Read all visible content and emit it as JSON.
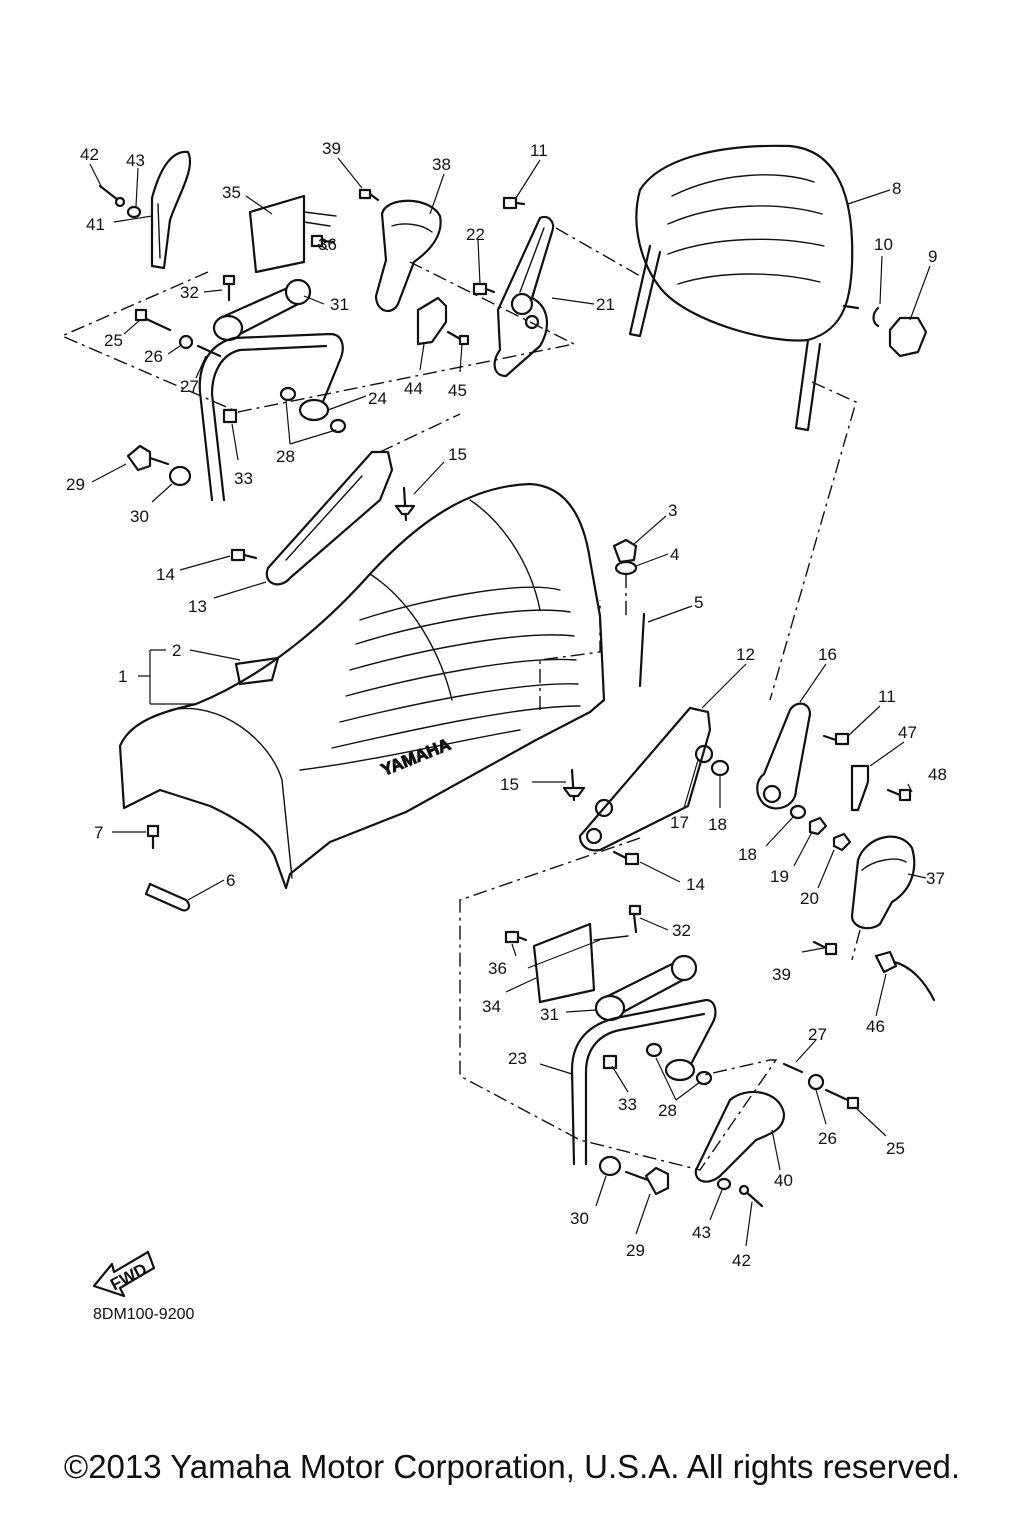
{
  "diagram": {
    "seat_brand": "YAMAHA",
    "fwd_label": "FWD",
    "drawing_code": "8DM100-9200",
    "copyright": "©2013 Yamaha Motor Corporation, U.S.A. All rights reserved.",
    "callouts": [
      {
        "id": "c42a",
        "text": "42"
      },
      {
        "id": "c43a",
        "text": "43"
      },
      {
        "id": "c41",
        "text": "41"
      },
      {
        "id": "c35",
        "text": "35"
      },
      {
        "id": "c39a",
        "text": "39"
      },
      {
        "id": "c38",
        "text": "38"
      },
      {
        "id": "c36a",
        "text": "36"
      },
      {
        "id": "c11a",
        "text": "11"
      },
      {
        "id": "c22",
        "text": "22"
      },
      {
        "id": "c8",
        "text": "8"
      },
      {
        "id": "c10",
        "text": "10"
      },
      {
        "id": "c9",
        "text": "9"
      },
      {
        "id": "c32a",
        "text": "32"
      },
      {
        "id": "c31a",
        "text": "31"
      },
      {
        "id": "c21",
        "text": "21"
      },
      {
        "id": "c25a",
        "text": "25"
      },
      {
        "id": "c26a",
        "text": "26"
      },
      {
        "id": "c27a",
        "text": "27"
      },
      {
        "id": "c24",
        "text": "24"
      },
      {
        "id": "c44",
        "text": "44"
      },
      {
        "id": "c45",
        "text": "45"
      },
      {
        "id": "c33a",
        "text": "33"
      },
      {
        "id": "c28a",
        "text": "28"
      },
      {
        "id": "c29a",
        "text": "29"
      },
      {
        "id": "c30a",
        "text": "30"
      },
      {
        "id": "c15a",
        "text": "15"
      },
      {
        "id": "c3",
        "text": "3"
      },
      {
        "id": "c4",
        "text": "4"
      },
      {
        "id": "c14a",
        "text": "14"
      },
      {
        "id": "c13",
        "text": "13"
      },
      {
        "id": "c5",
        "text": "5"
      },
      {
        "id": "c2",
        "text": "2"
      },
      {
        "id": "c1",
        "text": "1"
      },
      {
        "id": "c12",
        "text": "12"
      },
      {
        "id": "c16",
        "text": "16"
      },
      {
        "id": "c11b",
        "text": "11"
      },
      {
        "id": "c47",
        "text": "47"
      },
      {
        "id": "c48",
        "text": "48"
      },
      {
        "id": "c15b",
        "text": "15"
      },
      {
        "id": "c17",
        "text": "17"
      },
      {
        "id": "c18a",
        "text": "18"
      },
      {
        "id": "c18b",
        "text": "18"
      },
      {
        "id": "c19",
        "text": "19"
      },
      {
        "id": "c20",
        "text": "20"
      },
      {
        "id": "c37",
        "text": "37"
      },
      {
        "id": "c7",
        "text": "7"
      },
      {
        "id": "c6",
        "text": "6"
      },
      {
        "id": "c14b",
        "text": "14"
      },
      {
        "id": "c32b",
        "text": "32"
      },
      {
        "id": "c36b",
        "text": "36"
      },
      {
        "id": "c34",
        "text": "34"
      },
      {
        "id": "c31b",
        "text": "31"
      },
      {
        "id": "c39b",
        "text": "39"
      },
      {
        "id": "c46",
        "text": "46"
      },
      {
        "id": "c23",
        "text": "23"
      },
      {
        "id": "c27b",
        "text": "27"
      },
      {
        "id": "c33b",
        "text": "33"
      },
      {
        "id": "c28b",
        "text": "28"
      },
      {
        "id": "c26b",
        "text": "26"
      },
      {
        "id": "c25b",
        "text": "25"
      },
      {
        "id": "c40",
        "text": "40"
      },
      {
        "id": "c30b",
        "text": "30"
      },
      {
        "id": "c29b",
        "text": "29"
      },
      {
        "id": "c43b",
        "text": "43"
      },
      {
        "id": "c42b",
        "text": "42"
      }
    ]
  }
}
